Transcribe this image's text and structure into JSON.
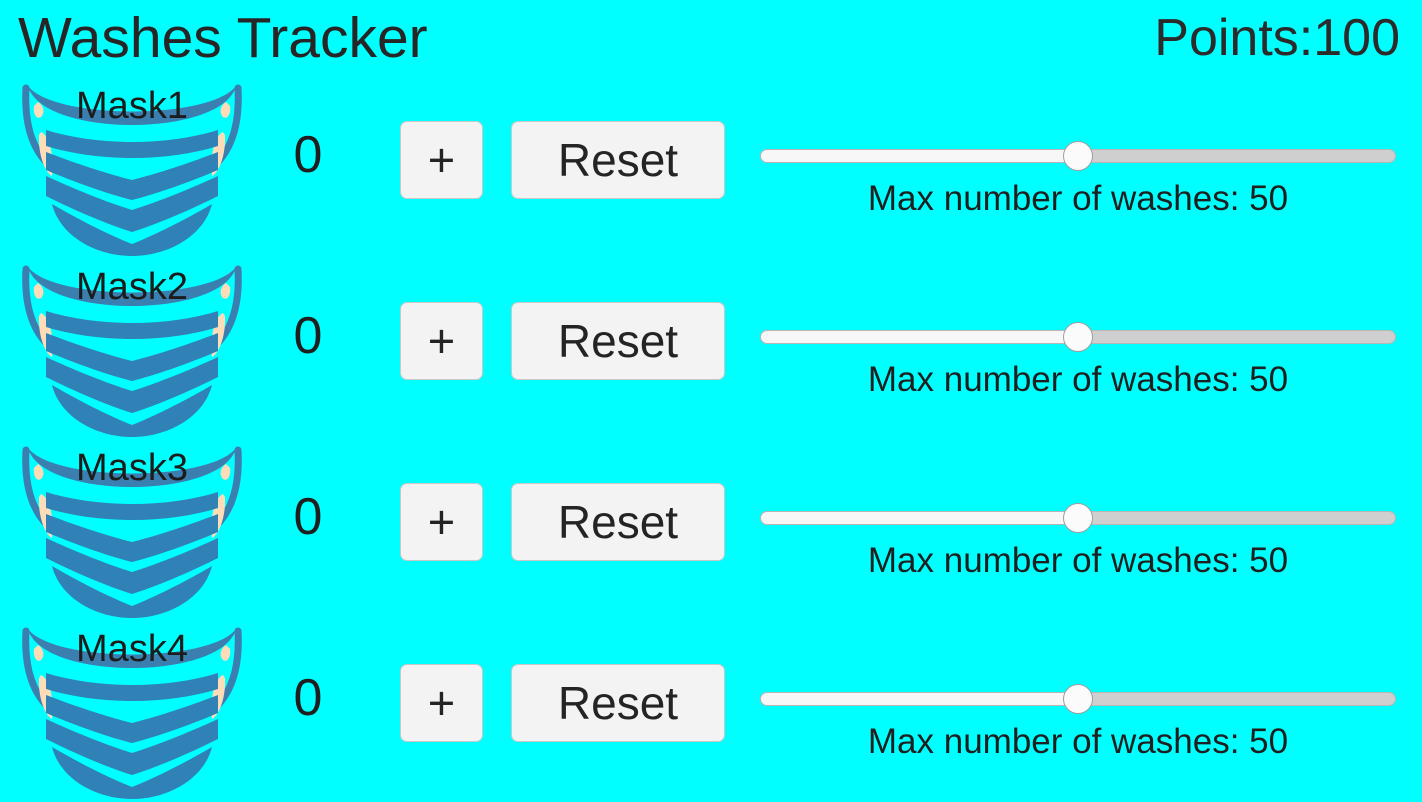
{
  "app": {
    "title": "Washes Tracker",
    "points_label": "Points:100",
    "background_color": "#00ffff",
    "text_color": "#262626"
  },
  "icons": {
    "mask": "face-mask-icon",
    "mask_body_color": "#3081b5",
    "mask_loop_color": "#3a7fb0",
    "mask_ear_color": "#ffdcb8"
  },
  "buttons": {
    "increment_label": "+",
    "reset_label": "Reset",
    "face_color": "#f3f3f3",
    "border_color": "#c8c8c8"
  },
  "slider": {
    "caption_prefix": "Max number of washes: ",
    "min": 0,
    "max": 100,
    "thumb_color": "#fbfbfb",
    "track_color": "#cfcfcf",
    "fill_color": "#f7f7f7"
  },
  "rows": [
    {
      "name": "Mask1",
      "count": "0",
      "increment_label": "+",
      "reset_label": "Reset",
      "max_washes": 50,
      "max_washes_caption": "Max number of washes: 50",
      "slider_percent": 50
    },
    {
      "name": "Mask2",
      "count": "0",
      "increment_label": "+",
      "reset_label": "Reset",
      "max_washes": 50,
      "max_washes_caption": "Max number of washes: 50",
      "slider_percent": 50
    },
    {
      "name": "Mask3",
      "count": "0",
      "increment_label": "+",
      "reset_label": "Reset",
      "max_washes": 50,
      "max_washes_caption": "Max number of washes: 50",
      "slider_percent": 50
    },
    {
      "name": "Mask4",
      "count": "0",
      "increment_label": "+",
      "reset_label": "Reset",
      "max_washes": 50,
      "max_washes_caption": "Max number of washes: 50",
      "slider_percent": 50
    }
  ]
}
